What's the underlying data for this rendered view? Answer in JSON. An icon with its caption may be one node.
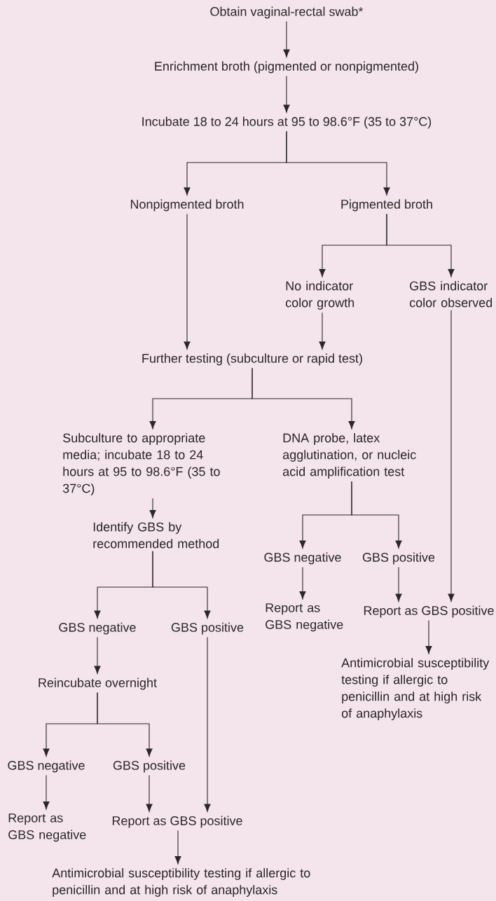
{
  "diagram": {
    "nodes": [
      {
        "text": [
          "Obtain vaginal-rectal swab*"
        ]
      },
      {
        "text": [
          "Enrichment broth (pigmented or nonpigmented)"
        ]
      },
      {
        "text": [
          "Incubate 18 to 24 hours at 95 to 98.6°F (35 to 37°C)"
        ]
      },
      {
        "text": [
          "Nonpigmented broth"
        ]
      },
      {
        "text": [
          "Pigmented broth"
        ]
      },
      {
        "text": [
          "No indicator color growth"
        ]
      },
      {
        "text": [
          "GBS indicator color observed"
        ]
      },
      {
        "text": [
          "Further testing (subculture or rapid test)"
        ]
      },
      {
        "text": [
          "Subculture to appropriate media; incubate 18 to 24 hours at 95 to 98.6°F (35 to 37°C)"
        ]
      },
      {
        "text": [
          "DNA probe, latex agglutination, or nucleic acid amplification test"
        ]
      },
      {
        "text": [
          "Identify GBS by recommended method"
        ]
      },
      {
        "text": [
          "GBS negative"
        ]
      },
      {
        "text": [
          "GBS positive"
        ]
      },
      {
        "text": [
          "Report as GBS negative"
        ]
      },
      {
        "text": [
          "Report as GBS positive"
        ]
      },
      {
        "text": [
          "GBS negative"
        ]
      },
      {
        "text": [
          "GBS positive"
        ]
      },
      {
        "text": [
          "Antimicrobial susceptibility testing if allergic to penicillin and at high risk of anaphylaxis"
        ]
      },
      {
        "text": [
          "Reincubate overnight"
        ]
      },
      {
        "text": [
          "GBS negative"
        ]
      },
      {
        "text": [
          "GBS positive"
        ]
      },
      {
        "text": [
          "Report as GBS negative"
        ]
      },
      {
        "text": [
          "Report as GBS positive"
        ]
      },
      {
        "text": [
          "Antimicrobial susceptibility testing if allergic to penicillin and at high risk of anaphylaxis"
        ]
      }
    ],
    "edges": [
      {
        "from": 0,
        "to": 1,
        "arrow": "to"
      },
      {
        "from": 1,
        "to": 2,
        "arrow": "to"
      },
      {
        "from": 2,
        "to": 3,
        "arrow": "to"
      },
      {
        "from": 2,
        "to": 4,
        "arrow": "to"
      },
      {
        "from": 3,
        "to": 7,
        "arrow": "to"
      },
      {
        "from": 4,
        "to": 5,
        "arrow": "to"
      },
      {
        "from": 4,
        "to": 6,
        "arrow": "to"
      },
      {
        "from": 5,
        "to": 7,
        "arrow": "to"
      },
      {
        "from": 6,
        "to": 14,
        "arrow": "to"
      },
      {
        "from": 7,
        "to": 8,
        "arrow": "to"
      },
      {
        "from": 7,
        "to": 9,
        "arrow": "to"
      },
      {
        "from": 8,
        "to": 10,
        "arrow": "to"
      },
      {
        "from": 9,
        "to": 11,
        "arrow": "to"
      },
      {
        "from": 9,
        "to": 12,
        "arrow": "to"
      },
      {
        "from": 11,
        "to": 13,
        "arrow": "to"
      },
      {
        "from": 12,
        "to": 14,
        "arrow": "to"
      },
      {
        "from": 10,
        "to": 15,
        "arrow": "to"
      },
      {
        "from": 10,
        "to": 16,
        "arrow": "to"
      },
      {
        "from": 14,
        "to": 17,
        "arrow": "to"
      },
      {
        "from": 15,
        "to": 18,
        "arrow": "to"
      },
      {
        "from": 16,
        "to": 22,
        "arrow": "to"
      },
      {
        "from": 18,
        "to": 19,
        "arrow": "to"
      },
      {
        "from": 18,
        "to": 20,
        "arrow": "to"
      },
      {
        "from": 19,
        "to": 21,
        "arrow": "to"
      },
      {
        "from": 20,
        "to": 22,
        "arrow": "to"
      },
      {
        "from": 22,
        "to": 23,
        "arrow": "to"
      }
    ]
  }
}
